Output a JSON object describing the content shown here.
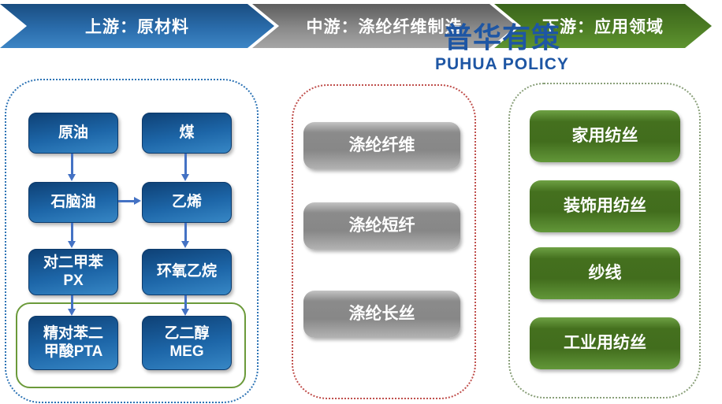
{
  "header": {
    "arrows": [
      {
        "label": "上游：原材料"
      },
      {
        "label": "中游：涤纶纤维制造"
      },
      {
        "label": "下游：应用领域"
      }
    ],
    "logo": {
      "cn": "普华有策",
      "en": "PUHUA POLICY"
    }
  },
  "upstream": {
    "boxes": [
      {
        "label": "原油"
      },
      {
        "label": "煤"
      },
      {
        "label": "石脑油"
      },
      {
        "label": "乙烯"
      },
      {
        "label": "对二甲苯",
        "label2": "PX"
      },
      {
        "label": "环氧乙烷"
      },
      {
        "label": "精对苯二",
        "label2": "甲酸PTA"
      },
      {
        "label": "乙二醇",
        "label2": "MEG"
      }
    ]
  },
  "midstream": {
    "boxes": [
      {
        "label": "涤纶纤维"
      },
      {
        "label": "涤纶短纤"
      },
      {
        "label": "涤纶长丝"
      }
    ]
  },
  "downstream": {
    "boxes": [
      {
        "label": "家用纺丝"
      },
      {
        "label": "装饰用纺丝"
      },
      {
        "label": "纱线"
      },
      {
        "label": "工业用纺丝"
      }
    ]
  },
  "colors": {
    "arrow_blue": "#1a4d81",
    "arrow_gray": "#8a8a8a",
    "arrow_green": "#4d7d24",
    "node_blue": "#1d66a8",
    "node_gray": "#8c8c8c",
    "node_green": "#44701e",
    "connector_blue": "#4472c4",
    "panel_border_blue": "#2e74b5",
    "panel_border_red": "#c0504d",
    "panel_border_green": "#8aa07a",
    "group_border_green": "#6b9a3a",
    "logo_blue": "#1e56a4"
  }
}
